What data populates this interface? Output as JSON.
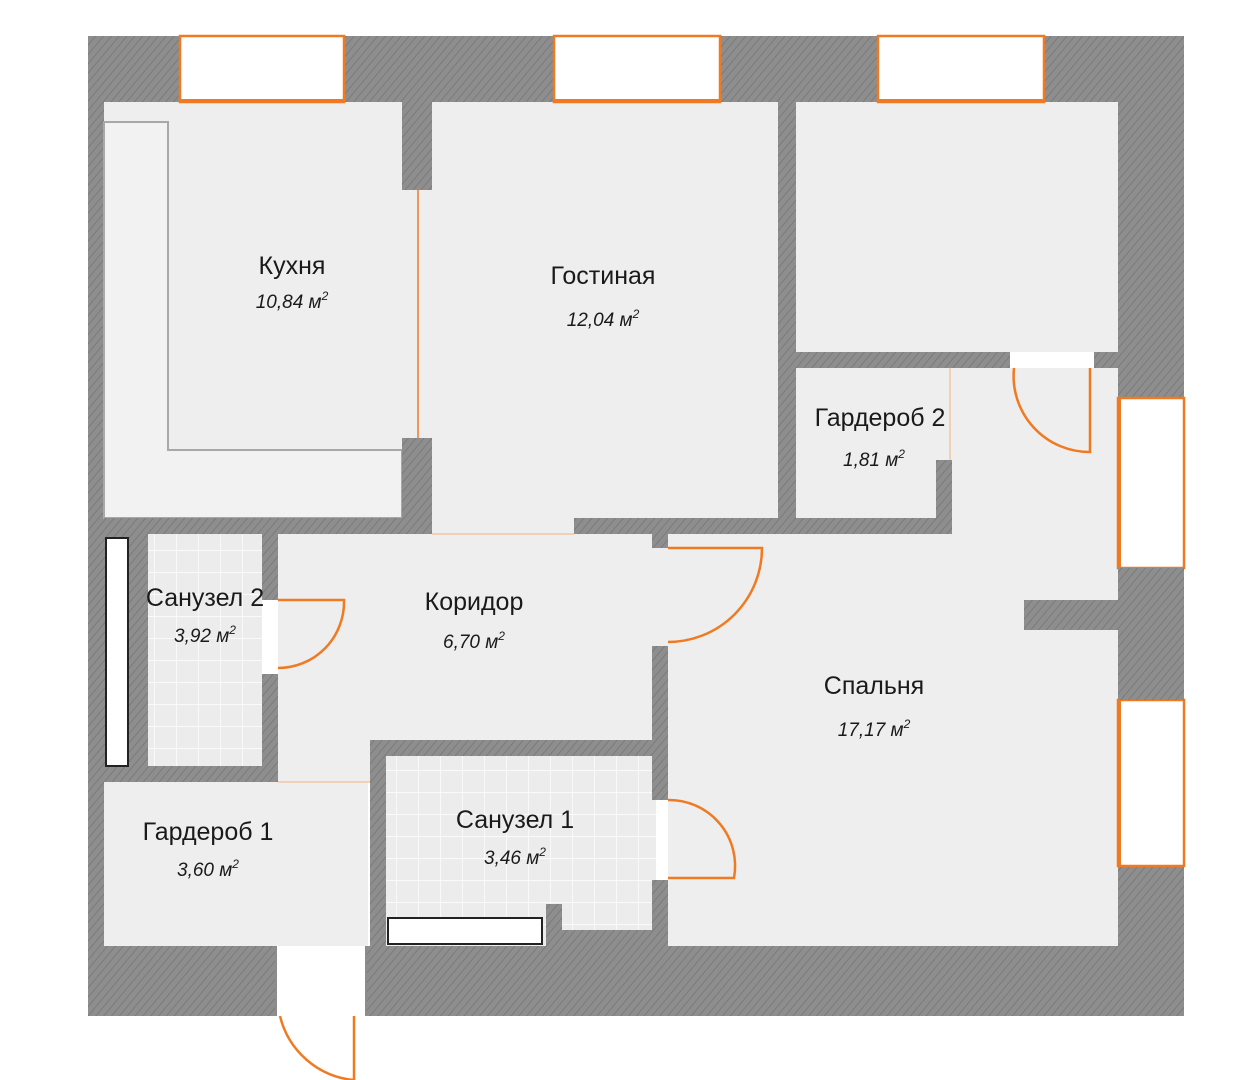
{
  "colors": {
    "wall": "#8c8c8c",
    "wall_hatch": "#7a7a7a",
    "floor": "#eeeeee",
    "tile_line": "#ffffff",
    "opening": "#f07a22",
    "counter": "#e5e5e5",
    "background": "#ffffff"
  },
  "unit_superscript": "2",
  "rooms": {
    "kitchen": {
      "name": "Кухня",
      "area": "10,84 м"
    },
    "living": {
      "name": "Гостиная",
      "area": "12,04 м"
    },
    "wardrobe2": {
      "name": "Гардероб 2",
      "area": "1,81 м"
    },
    "bath2": {
      "name": "Санузел 2",
      "area": "3,92 м"
    },
    "corridor": {
      "name": "Коридор",
      "area": "6,70 м"
    },
    "bedroom": {
      "name": "Спальня",
      "area": "17,17 м"
    },
    "wardrobe1": {
      "name": "Гардероб 1",
      "area": "3,60 м"
    },
    "bath1": {
      "name": "Санузел 1",
      "area": "3,46 м"
    }
  }
}
